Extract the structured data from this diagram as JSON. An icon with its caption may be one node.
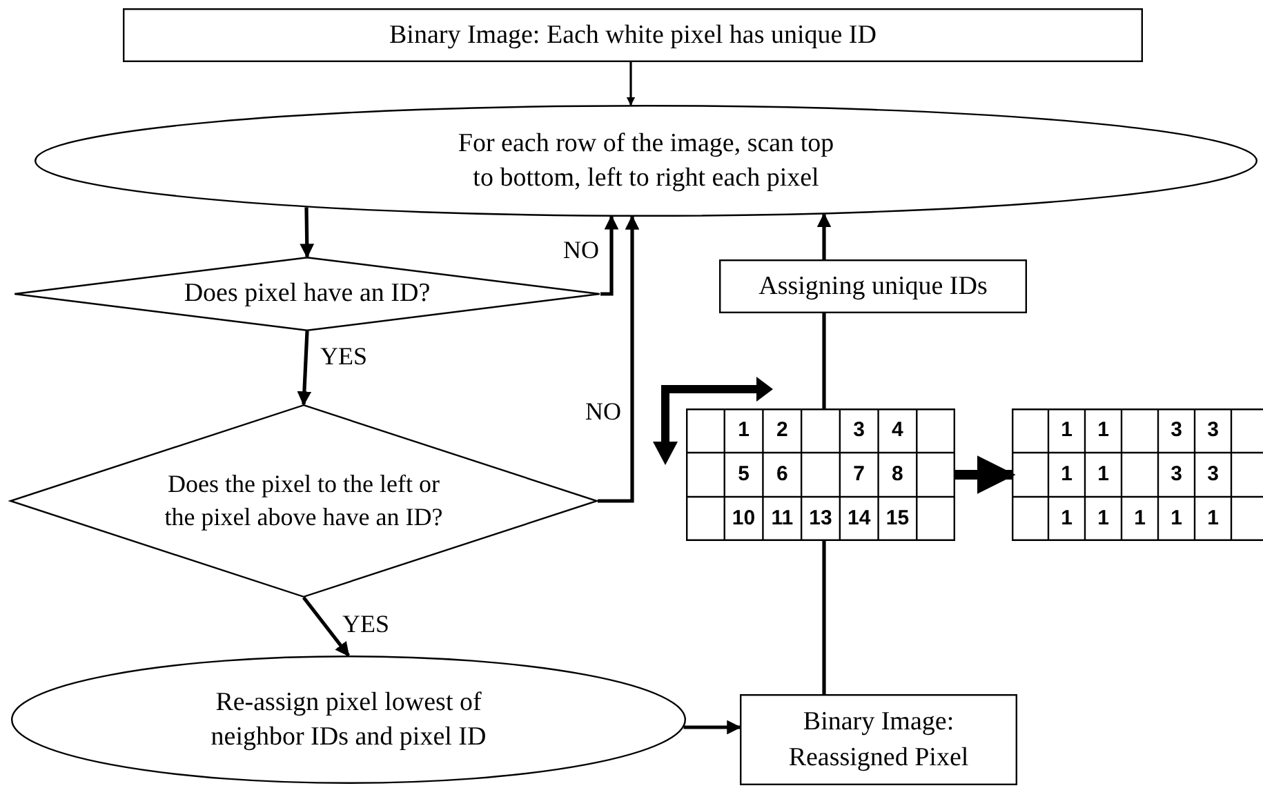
{
  "diagram": {
    "nodes": [
      {
        "text": [
          "Binary Image: Each white pixel has unique ID"
        ]
      },
      {
        "text": [
          "For each row of the image, scan top to bottom, left to right each pixel"
        ]
      },
      {
        "text": [
          "Does pixel have an ID?"
        ]
      },
      {
        "text": [
          "Does the pixel to the left or the pixel above have an ID?"
        ]
      },
      {
        "text": [
          "Re-assign pixel lowest of neighbor IDs and pixel ID"
        ]
      },
      {
        "text": [
          "Assigning unique IDs"
        ]
      },
      {
        "text": [
          "1",
          "2",
          "3",
          "4",
          "5",
          "6",
          "7",
          "8",
          "10",
          "11",
          "13",
          "14",
          "15"
        ]
      },
      {
        "text": [
          "1",
          "1",
          "3",
          "3",
          "1",
          "1",
          "3",
          "3",
          "1",
          "1",
          "1",
          "1",
          "1"
        ]
      },
      {
        "text": [
          "Binary Image: Reassigned Pixel"
        ]
      }
    ],
    "edges": [
      {
        "from": 0,
        "to": 1,
        "arrow": "to"
      },
      {
        "from": 1,
        "to": 2,
        "arrow": "to"
      },
      {
        "from": 2,
        "to": 1,
        "arrow": "to",
        "label": "NO"
      },
      {
        "from": 3,
        "to": 1,
        "arrow": "to",
        "label": "NO"
      },
      {
        "from": 2,
        "to": 3,
        "arrow": "to",
        "label": "YES"
      },
      {
        "from": 3,
        "to": 4,
        "arrow": "to",
        "label": "YES"
      },
      {
        "from": 4,
        "to": 8,
        "arrow": "to"
      },
      {
        "from": 8,
        "to": 6,
        "arrow": "none"
      },
      {
        "from": 6,
        "to": 5,
        "arrow": "none"
      },
      {
        "from": 5,
        "to": 1,
        "arrow": "to"
      },
      {
        "from": 6,
        "to": 7,
        "arrow": "to",
        "style": "thick"
      }
    ]
  }
}
